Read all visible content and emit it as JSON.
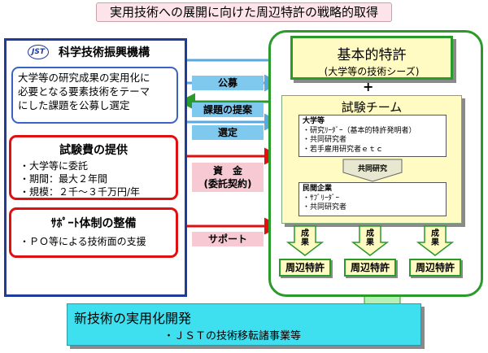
{
  "title": "実用技術への展開に向けた周辺特許の戦略的取得",
  "org": {
    "logo": "JST",
    "name": "科学技術振興機構"
  },
  "description": [
    "大学等の研究成果の実用化に",
    "必要となる要素技術をテーマ",
    "にした課題を公募し選定"
  ],
  "funding": {
    "title": "試験費の提供",
    "lines": [
      "・大学等に委託",
      "・期間：最大２年間",
      "・規模：２千～３千万円/年"
    ]
  },
  "support": {
    "title": "ｻﾎﾟｰﾄ体制の整備",
    "lines": [
      "・ＰＯ等による技術面の支援"
    ]
  },
  "arrows": {
    "koubo": "公募",
    "proposal": "課題の提案",
    "selection": "選定",
    "funds_line1": "資　金",
    "funds_line2": "(委託契約)",
    "support": "サポート"
  },
  "basic_patent": {
    "title": "基本的特許",
    "subtitle": "(大学等の技術シーズ)"
  },
  "plus": "+",
  "trial_team": {
    "title": "試験チーム",
    "university": {
      "heading": "大学等",
      "lines": [
        "・研究ﾘｰﾀﾞｰ（基本的特許発明者）",
        "・共同研究者",
        "・若手雇用研究者ｅｔｃ"
      ]
    },
    "joint": "共同研究",
    "company": {
      "heading": "民間企業",
      "lines": [
        "・ｻﾌﾞﾘｰﾀﾞｰ",
        "・共同研究者"
      ]
    }
  },
  "results": [
    "成果",
    "成果",
    "成果"
  ],
  "peripheral": [
    "周辺特許",
    "周辺特許",
    "周辺特許"
  ],
  "bottom": {
    "title": "新技術の実用化開発",
    "item": "・ＪＳＴの技術移転諸事業等"
  },
  "colors": {
    "jst_blue": "#1f3c99",
    "red": "#e01010",
    "green": "#2a9a2a",
    "cream": "#fffbc2",
    "cyan": "#3ee0ef"
  }
}
